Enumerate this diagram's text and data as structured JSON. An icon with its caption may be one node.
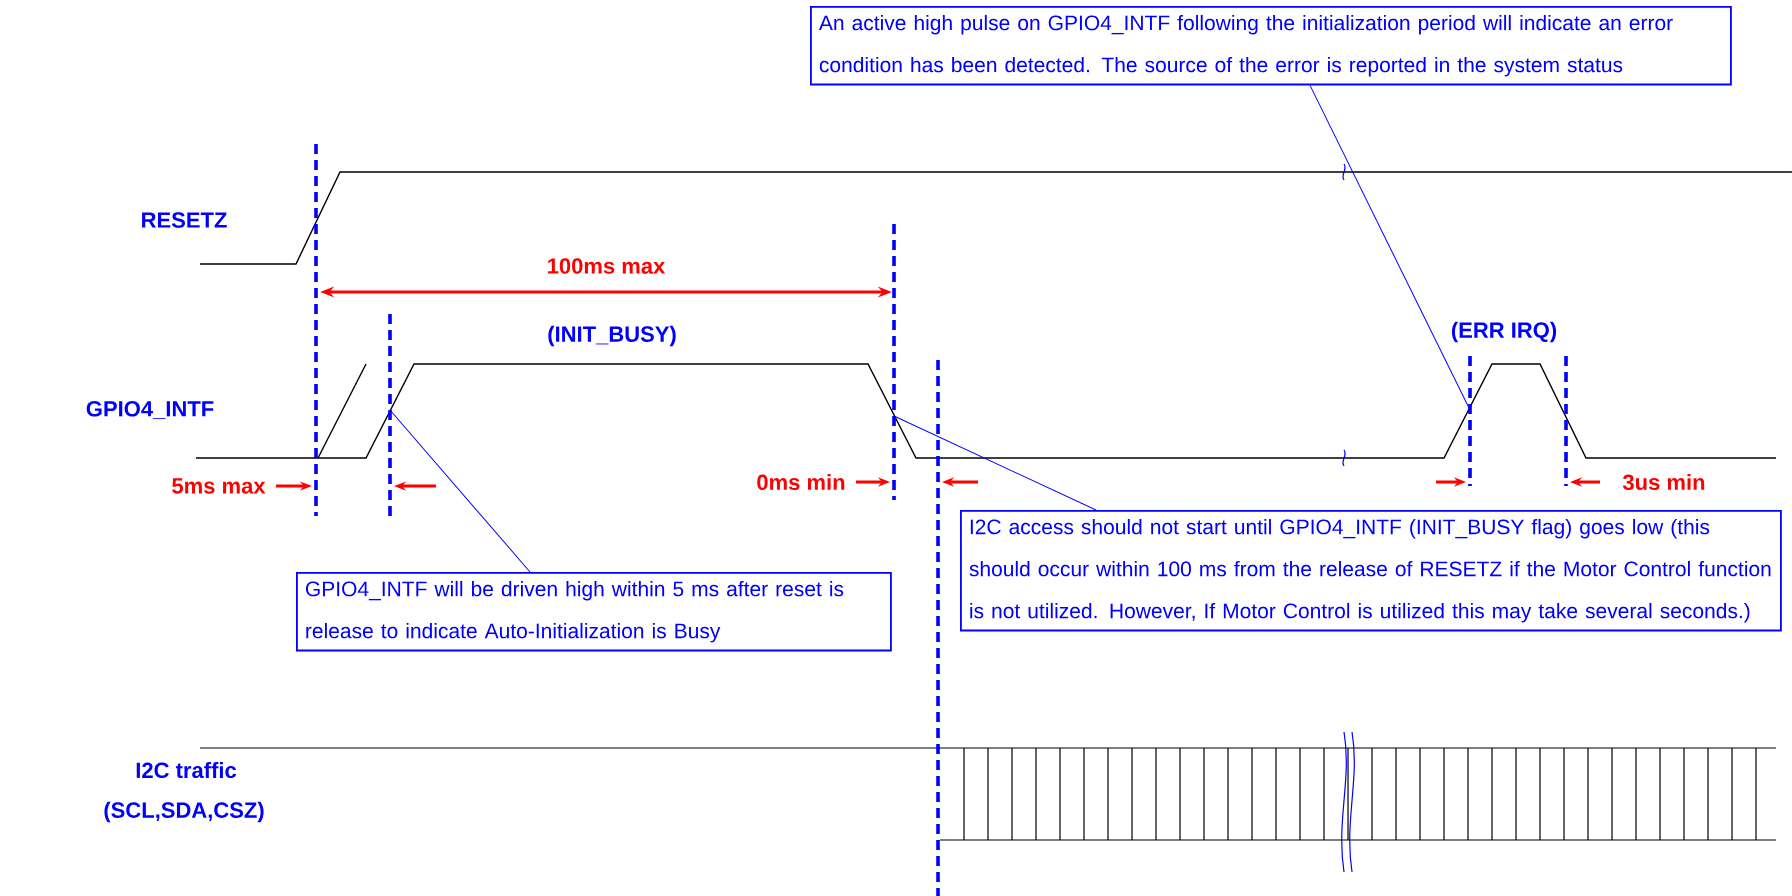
{
  "diagram": {
    "nodes": [
      {
        "text": [
          "An active high pulse on GPIO4_INTF following the initialization period will indicate an error condition has been detected.  The source of the error is reported in the system status"
        ]
      },
      {
        "text": [
          "GPIO4_INTF will be driven high within 5 ms after reset is release to indicate Auto-Initialization is Busy"
        ]
      },
      {
        "text": [
          "I2C access should not start until GPIO4_INTF (INIT_BUSY flag) goes low (this should occur within 100 ms from the release of RESETZ if the Motor Control function is not utilized.  However, If Motor Control is utilized this may take several seconds.)"
        ]
      }
    ],
    "edges": [
      {
        "from": 0,
        "to": null,
        "arrow": "none"
      },
      {
        "from": 1,
        "to": null,
        "arrow": "none"
      },
      {
        "from": 2,
        "to": null,
        "arrow": "none"
      }
    ],
    "labels": [
      "RESETZ",
      "100ms max",
      "(INIT_BUSY)",
      "GPIO4_INTF",
      "(ERR IRQ)",
      "5ms max",
      "0ms min",
      "3us min",
      "I2C traffic",
      "(SCL,SDA,CSZ)"
    ]
  }
}
